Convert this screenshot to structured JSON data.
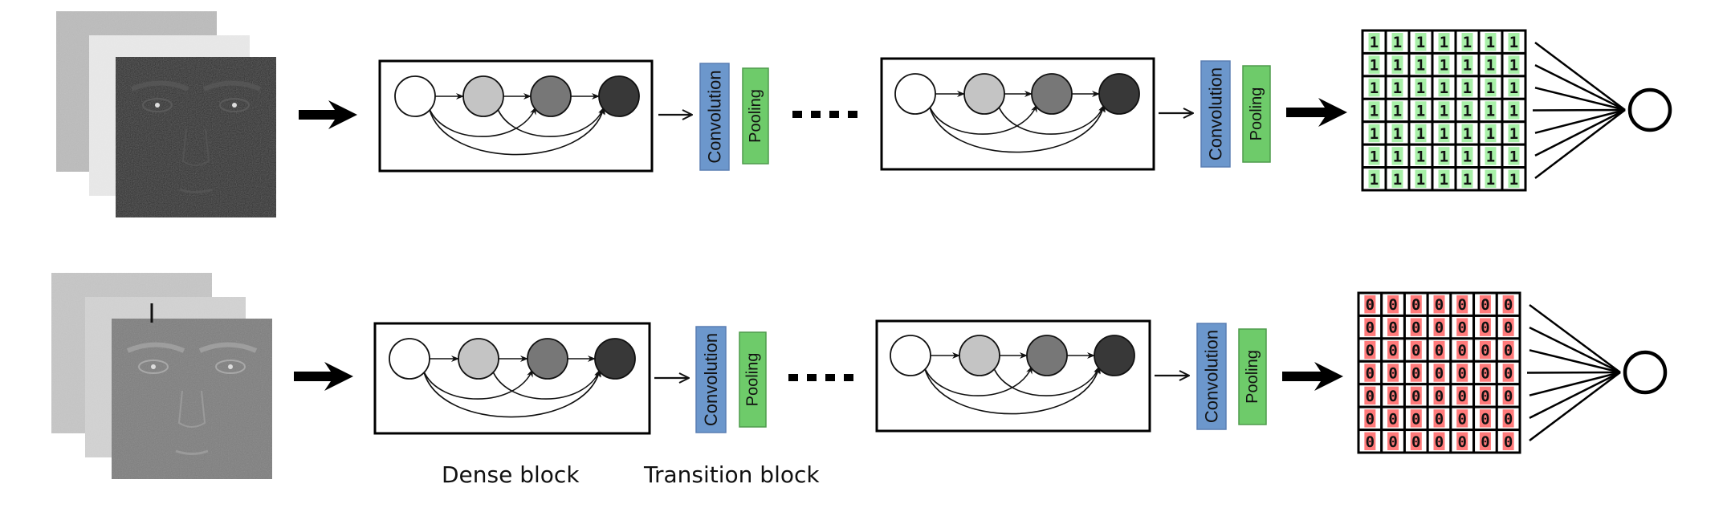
{
  "colors": {
    "convolution_fill": "#6c97cc",
    "convolution_stroke": "#5a7fb3",
    "pooling_fill": "#6ecb6a",
    "pooling_stroke": "#4f9b4c",
    "grid_one_highlight": "#a8f0a8",
    "grid_zero_highlight": "#ff7a7a",
    "node_fills": [
      "#ffffff",
      "#c4c4c4",
      "#777777",
      "#383838"
    ],
    "face_top_layers": [
      "#b8b8b8",
      "#e6e6e6",
      "#2b2b2b"
    ],
    "face_bottom_layers": [
      "#c2c2c2",
      "#cfcfcf",
      "#7c7c7c"
    ]
  },
  "rows": [
    {
      "name": "top",
      "input_images": [
        "face-layer-back",
        "face-layer-middle",
        "face-layer-front"
      ],
      "transition": {
        "convolution_label": "Convolution",
        "pooling_label": "Pooling"
      },
      "ellipsis": "....",
      "output_grid": {
        "rows": 7,
        "cols": 7,
        "value": "1"
      }
    },
    {
      "name": "bottom",
      "input_images": [
        "face-layer-back",
        "face-layer-middle",
        "face-layer-front"
      ],
      "transition": {
        "convolution_label": "Convolution",
        "pooling_label": "Pooling"
      },
      "ellipsis": "....",
      "output_grid": {
        "rows": 7,
        "cols": 7,
        "value": "0"
      }
    }
  ],
  "captions": {
    "dense_block": "Dense block",
    "transition_block": "Transition block"
  },
  "icons": {
    "input_arrow": "thick-right-arrow",
    "transition_arrow": "thin-right-arrow",
    "output_node": "circle-neuron"
  }
}
